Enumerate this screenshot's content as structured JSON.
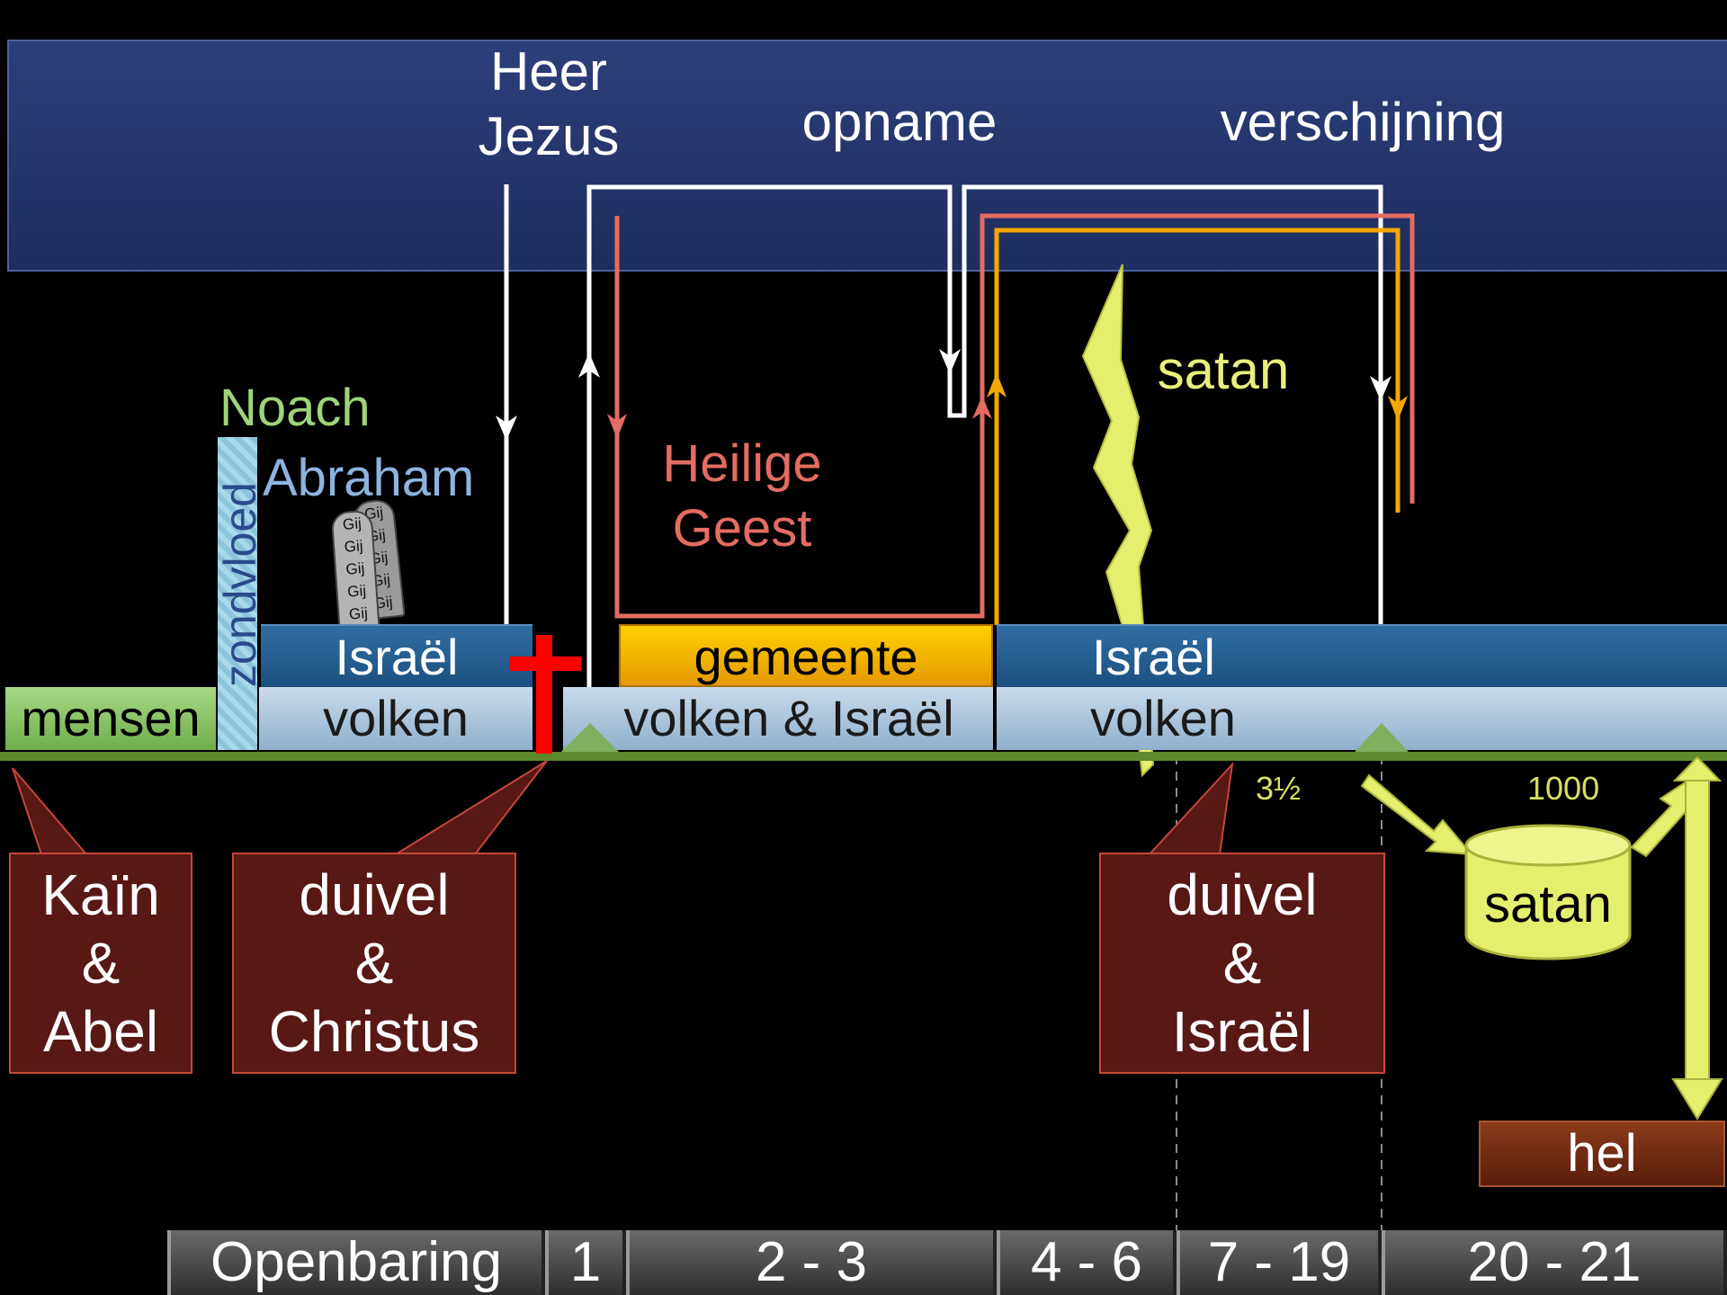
{
  "heaven": {
    "heer_jezus": [
      "Heer",
      "Jezus"
    ],
    "opname": "opname",
    "verschijning": "verschijning"
  },
  "labels": {
    "noach": "Noach",
    "abraham": "Abraham",
    "zondvloed": "zondvloed",
    "heilige_geest": [
      "Heilige",
      "Geest"
    ],
    "satan": "satan",
    "tablet_word": "Gij"
  },
  "bands": {
    "israel_1": "Israël",
    "gemeente": "gemeente",
    "israel_2": "Israël",
    "mensen": "mensen",
    "volken_1": "volken",
    "volken_israel": "volken & Israël",
    "volken_2": "volken"
  },
  "numbers": {
    "half_week": "3½",
    "millennium": "1000"
  },
  "callouts": {
    "kain_abel": [
      "Kaïn",
      "&",
      "Abel"
    ],
    "duivel_christus": [
      "duivel",
      "&",
      "Christus"
    ],
    "duivel_israel": [
      "duivel",
      "&",
      "Israël"
    ]
  },
  "pit_label": "satan",
  "hel": "hel",
  "revelation": [
    "Openbaring",
    "1",
    "2 - 3",
    "4 - 6",
    "7 - 19",
    "20 - 21"
  ],
  "colors": {
    "heaven": "#22336a",
    "holy_spirit": "#e46c62",
    "church_line": "#f3a800",
    "lightning": "#e4ef6e",
    "cross": "#ff0000",
    "callout": "#581814",
    "ground": "#5c8a2c"
  }
}
